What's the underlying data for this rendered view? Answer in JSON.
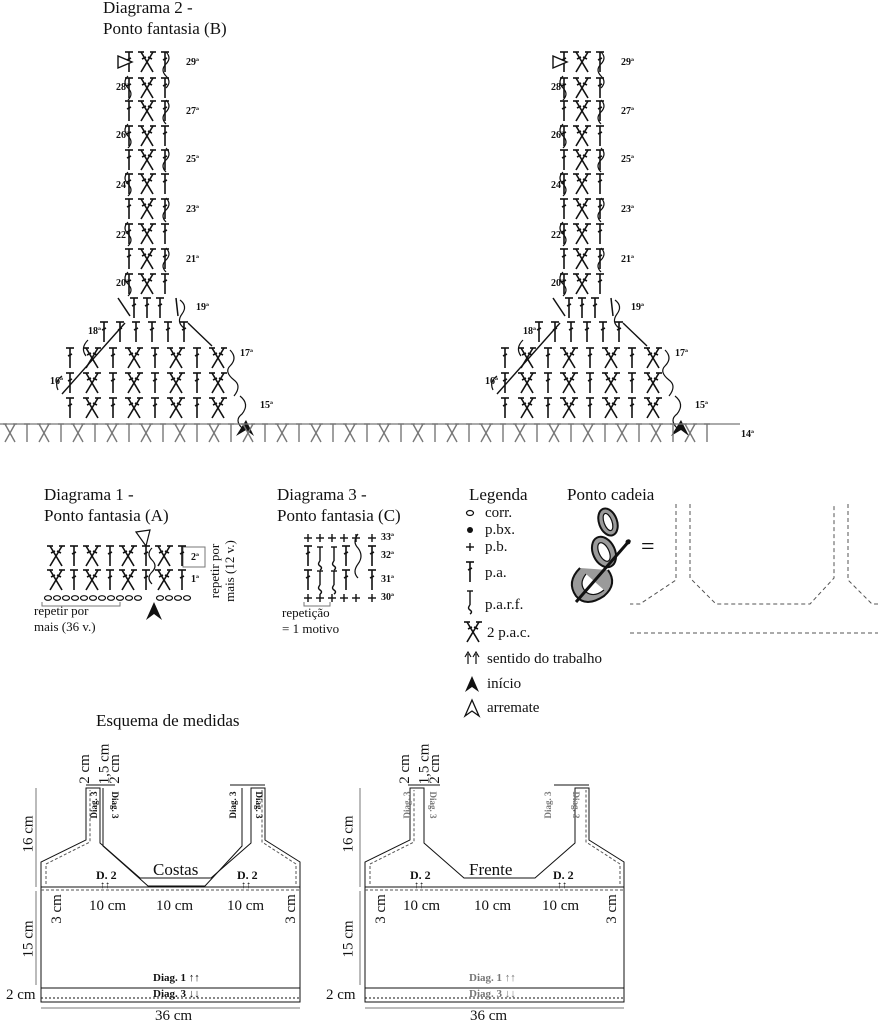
{
  "diagram2": {
    "title_line1": "Diagrama 2 -",
    "title_line2": "Ponto fantasia (B)",
    "rows_right": [
      "29ª",
      "27ª",
      "25ª",
      "23ª",
      "21ª",
      "19ª",
      "17ª",
      "15ª"
    ],
    "rows_left": [
      "28ª",
      "26ª",
      "24ª",
      "22ª",
      "20ª",
      "18ª",
      "16ª"
    ],
    "base_row": "14ª"
  },
  "diagram1": {
    "title_line1": "Diagrama 1 -",
    "title_line2": "Ponto fantasia (A)",
    "row2": "2ª",
    "row1": "1ª",
    "repeat_bottom": "repetir por",
    "repeat_bottom2": "mais (36 v.)",
    "repeat_side": "repetir por",
    "repeat_side2": "mais (12 v.)"
  },
  "diagram3": {
    "title_line1": "Diagrama 3 -",
    "title_line2": "Ponto fantasia (C)",
    "rows": [
      "33ª",
      "32ª",
      "31ª",
      "30ª"
    ],
    "repeat": "repetição",
    "repeat2": "= 1 motivo"
  },
  "legend": {
    "title": "Legenda",
    "items": [
      "corr.",
      "p.bx.",
      "p.b.",
      "p.a.",
      "p.a.r.f.",
      "2 p.a.c.",
      "sentido do trabalho",
      "início",
      "arremate"
    ]
  },
  "ponto_cadeia": {
    "title": "Ponto cadeia",
    "equals": "="
  },
  "schema": {
    "title": "Esquema de medidas",
    "costas": "Costas",
    "frente": "Frente",
    "d2": "D. 2",
    "diag3": "Diag. 3",
    "diag1_label": "Diag. 1",
    "diag3_label": "Diag. 3",
    "m_2cm": "2 cm",
    "m_15cm_strap": "1,5 cm",
    "m_16cm": "16 cm",
    "m_15cm": "15 cm",
    "m_3cm": "3 cm",
    "m_10cm": "10 cm",
    "m_36cm": "36 cm",
    "arrows_up": "↑↑",
    "arrows_down": "↓↓"
  },
  "colors": {
    "ink": "#111111",
    "grey": "#777777",
    "chain_fill": "#9a9a9a"
  }
}
